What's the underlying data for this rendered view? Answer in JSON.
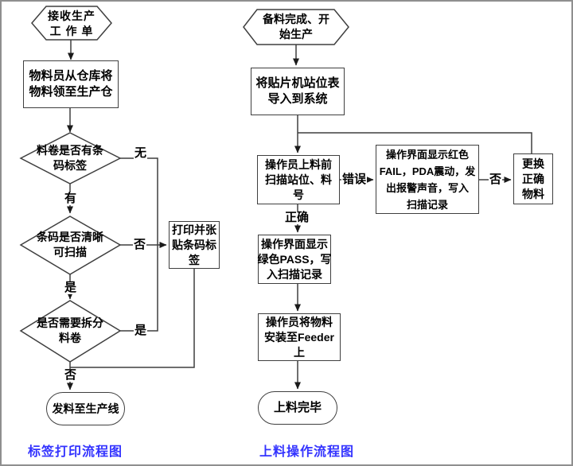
{
  "colors": {
    "background": "#ffffff",
    "page_border": "#8f8f8f",
    "shape_border": "#3f3f3f",
    "connector_line": "#3f3f3f",
    "text": "#000000",
    "caption_blue": "#3333ff"
  },
  "left_chart": {
    "caption": "标签打印流程图",
    "start_hexagon": {
      "lines": [
        "接收生产",
        "工 作 单"
      ]
    },
    "warehouse_box": {
      "lines": [
        "物料员从仓库将",
        "物料领至生产仓"
      ]
    },
    "barcode_diamond": {
      "lines": [
        "料卷是否有条",
        "码标签"
      ]
    },
    "clear_diamond": {
      "lines": [
        "条码是否清晰",
        "可扫描"
      ]
    },
    "split_diamond": {
      "lines": [
        "是否需要拆分",
        "料卷"
      ]
    },
    "print_box": {
      "lines": [
        "打印并张",
        "贴条码标",
        "签"
      ]
    },
    "end_stadium": {
      "lines": [
        "发料至生产线"
      ]
    },
    "labels": {
      "no_barcode": "无",
      "has_barcode": "有",
      "not_clear": "否",
      "clear_yes": "是",
      "split_yes": "是",
      "split_no": "否"
    }
  },
  "right_chart": {
    "caption": "上料操作流程图",
    "start_hexagon": {
      "lines": [
        "备料完成、开",
        "始生产"
      ]
    },
    "import_box": {
      "lines": [
        "将贴片机站位表",
        "导入到系统"
      ]
    },
    "scan_box": {
      "lines": [
        "操作员上料前",
        "扫描站位、料",
        "号"
      ]
    },
    "fail_box": {
      "lines": [
        "操作界面显示红色",
        "FAIL，PDA震动，发",
        "出报警声音，写入",
        "扫描记录"
      ]
    },
    "replace_box": {
      "lines": [
        "更换",
        "正确",
        "物料"
      ]
    },
    "pass_box": {
      "lines": [
        "操作界面显示",
        "绿色PASS，写",
        "入扫描记录"
      ]
    },
    "feeder_box": {
      "lines": [
        "操作员将物料",
        "安装至Feeder",
        "上"
      ]
    },
    "end_stadium": {
      "lines": [
        "上料完毕"
      ]
    },
    "labels": {
      "error": "错误",
      "correct": "正确",
      "replace_no": "否"
    }
  }
}
